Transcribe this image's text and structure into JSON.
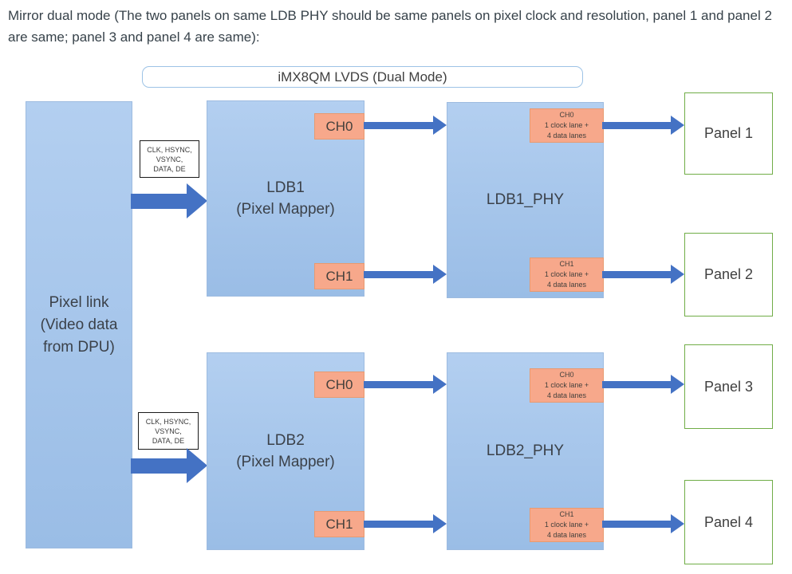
{
  "heading": "Mirror dual mode (The two panels on same LDB PHY should be same panels on pixel clock and resolution, panel 1 and panel 2 are same; panel 3 and panel 4 are same):",
  "title": "iMX8QM LVDS (Dual Mode)",
  "pixel_link": {
    "lines": [
      "Pixel link",
      "(Video data",
      "from DPU)"
    ]
  },
  "signal_label": {
    "lines": [
      "CLK, HSYNC,",
      "VSYNC,",
      "DATA, DE"
    ]
  },
  "ldb1": {
    "name": "LDB1",
    "sub": "(Pixel Mapper)",
    "ch0": "CH0",
    "ch1": "CH1"
  },
  "ldb2": {
    "name": "LDB2",
    "sub": "(Pixel Mapper)",
    "ch0": "CH0",
    "ch1": "CH1"
  },
  "phy1": {
    "name": "LDB1_PHY",
    "ch0": {
      "lines": [
        "CH0",
        "1 clock lane +",
        "4 data lanes"
      ]
    },
    "ch1": {
      "lines": [
        "CH1",
        "1 clock lane +",
        "4 data lanes"
      ]
    }
  },
  "phy2": {
    "name": "LDB2_PHY",
    "ch0": {
      "lines": [
        "CH0",
        "1 clock lane +",
        "4 data lanes"
      ]
    },
    "ch1": {
      "lines": [
        "CH1",
        "1 clock lane +",
        "4 data lanes"
      ]
    }
  },
  "panels": [
    "Panel 1",
    "Panel 2",
    "Panel 3",
    "Panel 4"
  ],
  "colors": {
    "box_blue_top": "#B3CFF0",
    "box_blue_bottom": "#9ABDE6",
    "arrow_blue": "#4472C4",
    "orange_fill": "#F7A88B",
    "orange_border": "#E89A70",
    "panel_green": "#70AD47",
    "title_border": "#9DC3E6",
    "text_dark": "#404040"
  }
}
